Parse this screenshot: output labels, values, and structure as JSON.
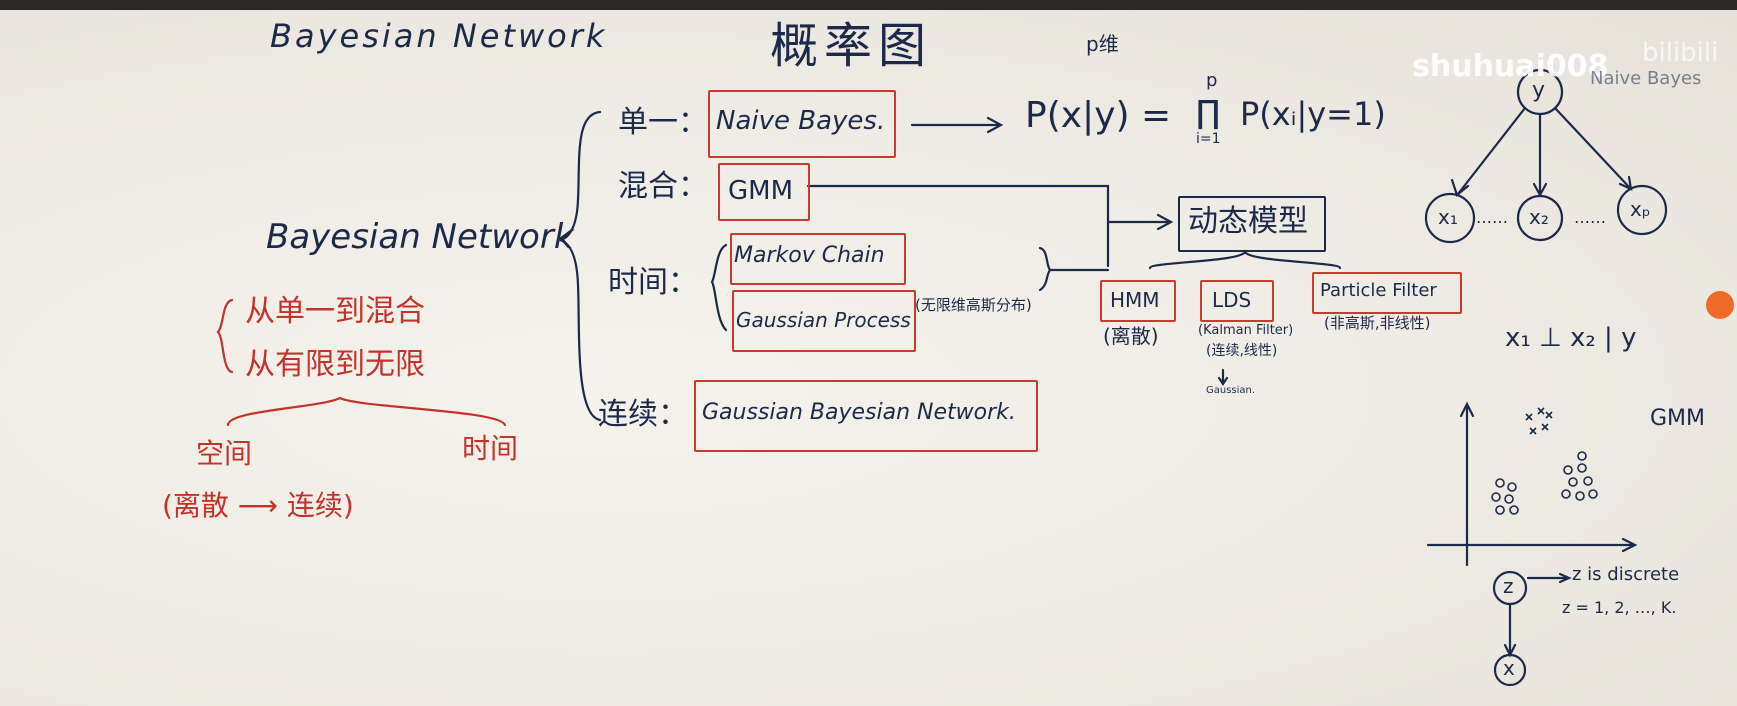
{
  "title_en": "Bayesian Network",
  "title_zh": "概率图",
  "watermark": {
    "handle": "shuhuai008",
    "logo": "bilibili"
  },
  "left": {
    "main_label": "Bayesian Network",
    "trend_1": "从单一到混合",
    "trend_2": "从有限到无限",
    "space": "空间",
    "time": "时间",
    "space_note": "(离散 ⟶ 连续)"
  },
  "categories": {
    "single": "单一：",
    "mixture": "混合：",
    "time": "时间：",
    "continuous": "连续："
  },
  "models": {
    "naive_bayes": "Naive Bayes.",
    "gmm": "GMM",
    "markov_chain": "Markov Chain",
    "gaussian_process": "Gaussian Process",
    "gp_note": "(无限维高斯分布)",
    "gbn": "Gaussian Bayesian Network."
  },
  "formula": {
    "lhs": "P(x|y) =",
    "prod_top": "p",
    "prod": "∏",
    "prod_bottom": "i=1",
    "rhs": "P(xᵢ|y=1)",
    "note": "p维"
  },
  "dynamic": {
    "title": "动态模型",
    "hmm": "HMM",
    "hmm_note": "(离散)",
    "lds": "LDS",
    "lds_note_1": "(Kalman Filter)",
    "lds_note_2": "(连续,线性)",
    "lds_note_3": "Gaussian.",
    "pf": "Particle Filter",
    "pf_note": "(非高斯,非线性)"
  },
  "naive_bayes_graph": {
    "label": "Naive Bayes",
    "root": "y",
    "leaves": [
      "x₁",
      "x₂",
      "xₚ"
    ],
    "dots": "……",
    "independence": "x₁ ⊥ x₂ | y"
  },
  "gmm_graph": {
    "label": "GMM",
    "z": "z",
    "x": "x",
    "z_note": "z is discrete",
    "z_values": "z = 1, 2, …, K."
  }
}
